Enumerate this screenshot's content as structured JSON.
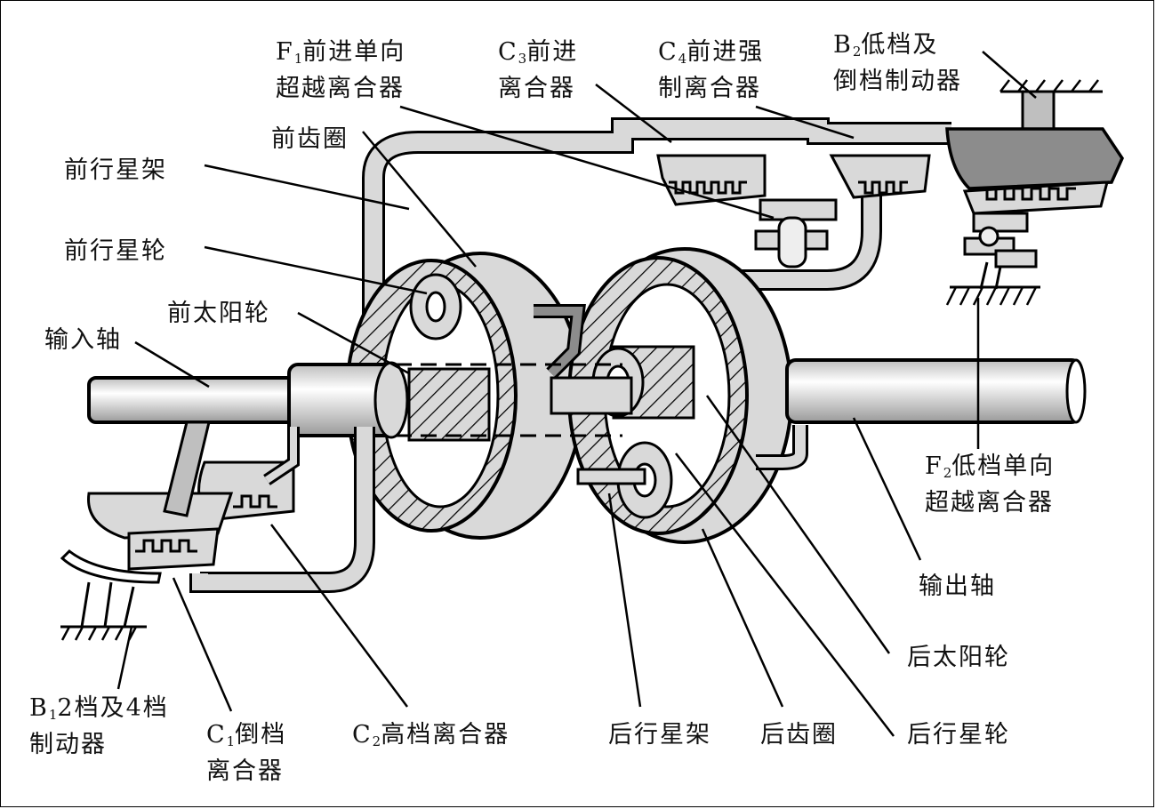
{
  "diagram": {
    "title": "Planetary gear automatic transmission components",
    "colors": {
      "light": "#d9d9d9",
      "mid": "#bfbfbf",
      "dark": "#8c8c8c",
      "stroke": "#000000"
    },
    "labels": {
      "f1": {
        "sym": "F",
        "sub": "1",
        "line1": "前进单向",
        "line2": "超越离合器"
      },
      "c3": {
        "sym": "C",
        "sub": "3",
        "line1": "前进",
        "line2": "离合器"
      },
      "c4": {
        "sym": "C",
        "sub": "4",
        "line1": "前进强",
        "line2": "制离合器"
      },
      "b2": {
        "sym": "B",
        "sub": "2",
        "line1": "低档及",
        "line2": "倒档制动器"
      },
      "front_ring": "前齿圈",
      "front_carrier": "前行星架",
      "front_planet": "前行星轮",
      "front_sun": "前太阳轮",
      "input_shaft": "输入轴",
      "f2": {
        "sym": "F",
        "sub": "2",
        "line1": "低档单向",
        "line2": "超越离合器"
      },
      "output_shaft": "输出轴",
      "rear_sun": "后太阳轮",
      "rear_planet": "后行星轮",
      "rear_ring": "后齿圈",
      "rear_carrier": "后行星架",
      "c2": {
        "sym": "C",
        "sub": "2",
        "line1": "高档离合器"
      },
      "c1": {
        "sym": "C",
        "sub": "1",
        "line1": "倒档",
        "line2": "离合器"
      },
      "b1": {
        "sym": "B",
        "sub": "1",
        "line1": "2档及4档",
        "line2": "制动器"
      }
    }
  }
}
